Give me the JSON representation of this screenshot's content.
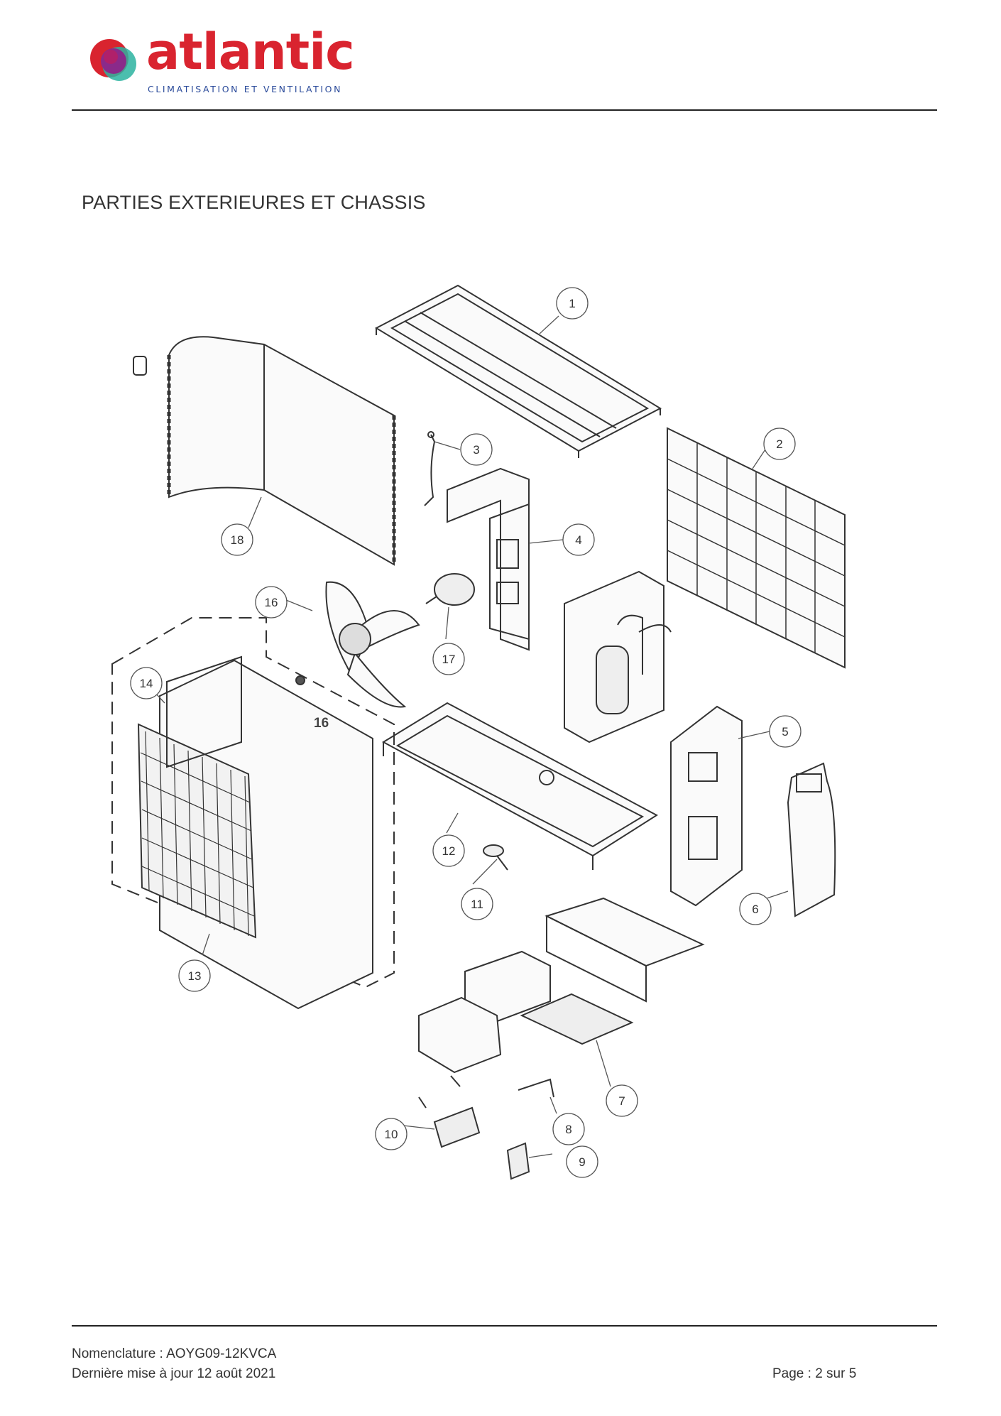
{
  "brand": {
    "name": "atlantic",
    "tagline": "CLIMATISATION ET VENTILATION",
    "colors": {
      "red": "#d9242f",
      "purple": "#8a2a8a",
      "blue": "#2a4a9a",
      "teal": "#2bb3a0"
    }
  },
  "section_title": "PARTIES EXTERIEURES ET CHASSIS",
  "diagram": {
    "callouts": [
      "1",
      "2",
      "3",
      "4",
      "5",
      "6",
      "7",
      "8",
      "9",
      "10",
      "11",
      "12",
      "13",
      "14",
      "16",
      "17",
      "18"
    ],
    "extra_label": "16"
  },
  "footer": {
    "nomenclature": "Nomenclature : AOYG09-12KVCA",
    "updated": "Dernière mise à jour 12 août 2021",
    "page": "Page : 2 sur 5"
  }
}
